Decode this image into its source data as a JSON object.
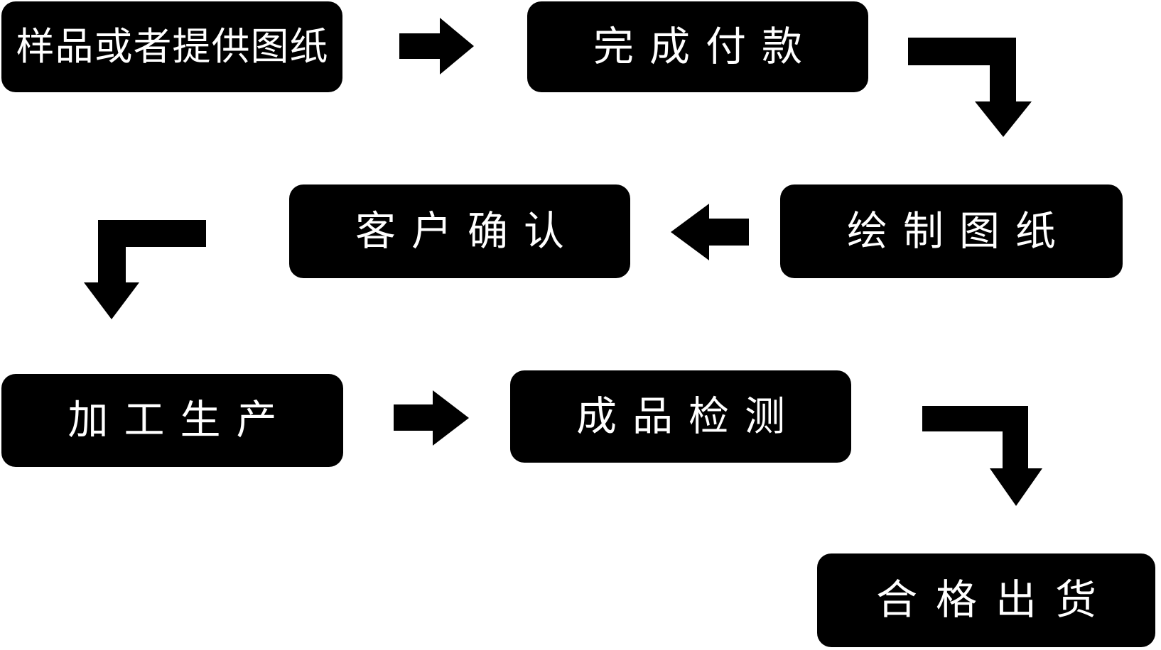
{
  "canvas": {
    "background_color": "#ffffff",
    "node_fill_color": "#000000",
    "node_text_color": "#ffffff",
    "connector_color": "#000000"
  },
  "flowchart": {
    "nodes": [
      {
        "label": "样品或者提供图纸"
      },
      {
        "label": "完成付款"
      },
      {
        "label": "绘制图纸"
      },
      {
        "label": "客户确认"
      },
      {
        "label": "加工生产"
      },
      {
        "label": "成品检测"
      },
      {
        "label": "合格出货"
      }
    ],
    "connectors": [
      {
        "from": "样品或者提供图纸",
        "to": "完成付款",
        "shape": "arrow-right"
      },
      {
        "from": "完成付款",
        "to": "绘制图纸",
        "shape": "elbow-right-down"
      },
      {
        "from": "绘制图纸",
        "to": "客户确认",
        "shape": "arrow-left"
      },
      {
        "from": "客户确认",
        "to": "加工生产",
        "shape": "elbow-left-down"
      },
      {
        "from": "加工生产",
        "to": "成品检测",
        "shape": "arrow-right"
      },
      {
        "from": "成品检测",
        "to": "合格出货",
        "shape": "elbow-right-down"
      }
    ]
  }
}
